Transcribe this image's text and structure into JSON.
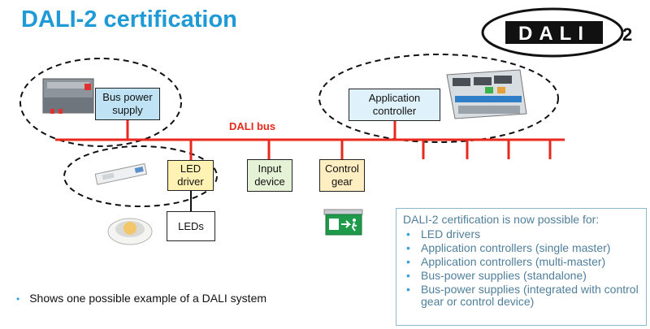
{
  "title": "DALI-2 certification",
  "logo": {
    "text": "DALI",
    "superscript": "2"
  },
  "bus": {
    "label": "DALI bus",
    "color": "#e8291c"
  },
  "devices": {
    "bus_power_supply": [
      "Bus power",
      "supply"
    ],
    "application_controller": [
      "Application",
      "controller"
    ],
    "led_driver": [
      "LED",
      "driver"
    ],
    "input_device": [
      "Input",
      "device"
    ],
    "control_gear": [
      "Control",
      "gear"
    ],
    "leds": "LEDs"
  },
  "info": {
    "heading": "DALI-2 certification is now possible for:",
    "items": [
      "LED drivers",
      "Application controllers (single master)",
      "Application controllers (multi-master)",
      "Bus-power supplies (standalone)",
      "Bus-power supplies (integrated with control gear or control device)"
    ]
  },
  "footnote": "Shows one possible example of a DALI system",
  "colors": {
    "title": "#1f9ad6",
    "power_box": "#bfe3f5",
    "app_box": "#dff2fb",
    "led_box": "#fff2b3",
    "input_box": "#e6f2d5",
    "gear_box": "#ffeec2",
    "info_text": "#4f7f9b"
  }
}
